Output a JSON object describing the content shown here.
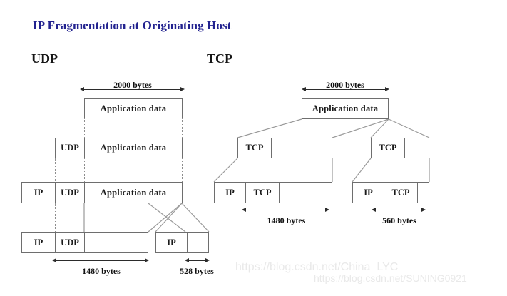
{
  "slide": {
    "title": "IP Fragmentation at Originating Host",
    "background_color": "#ffffff",
    "title_color": "#22228f",
    "box_border_color": "#6e6e6e"
  },
  "sections": {
    "udp": {
      "heading": "UDP"
    },
    "tcp": {
      "heading": "TCP"
    }
  },
  "udp": {
    "app_data_label": "Application data",
    "size_2000": "2000 bytes",
    "row_udp_app": {
      "udp": "UDP",
      "app": "Application data"
    },
    "row_ip_udp_app": {
      "ip": "IP",
      "udp": "UDP",
      "app": "Application data"
    },
    "fragment1": {
      "ip": "IP",
      "udp": "UDP",
      "data": ""
    },
    "fragment2": {
      "ip": "IP",
      "data": ""
    },
    "size_1480": "1480 bytes",
    "size_528": "528 bytes"
  },
  "tcp": {
    "app_data_label": "Application data",
    "size_2000": "2000 bytes",
    "segment1": {
      "tcp": "TCP",
      "data": ""
    },
    "segment2": {
      "tcp": "TCP",
      "data": ""
    },
    "datagram1": {
      "ip": "IP",
      "tcp": "TCP",
      "data": ""
    },
    "datagram2": {
      "ip": "IP",
      "tcp": "TCP",
      "data": ""
    },
    "size_1480": "1480 bytes",
    "size_560": "560 bytes"
  },
  "watermarks": {
    "primary": "https://blog.csdn.net/China_LYC",
    "secondary": "https://blog.csdn.net/SUNING0921"
  }
}
